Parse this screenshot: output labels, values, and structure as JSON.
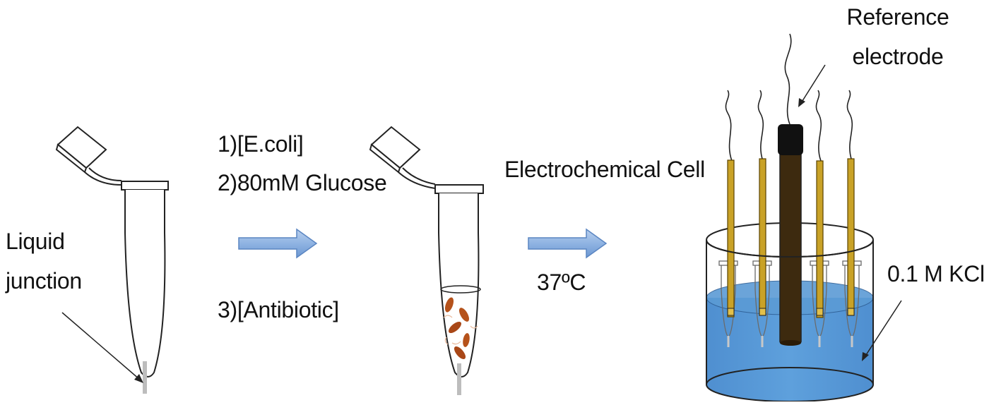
{
  "labels": {
    "liquid_junction_l1": "Liquid",
    "liquid_junction_l2": "junction",
    "step1": "1)[E.coli]",
    "step2": "2)80mM Glucose",
    "step3": "3)[Antibiotic]",
    "electrochemical_cell": "Electrochemical Cell",
    "temperature": "37ºC",
    "reference_l1": "Reference",
    "reference_l2": "electrode",
    "solution": "0.1 M KCl"
  },
  "colors": {
    "arrow_fill": "#8fb3e2",
    "arrow_stroke": "#5b86c2",
    "solution": "#5b9bd5",
    "gold_electrode": "#c9a227",
    "reference_body": "#3d2a0f",
    "reference_cap": "#111111",
    "bacteria": "#b5521b"
  },
  "icons": {
    "empty_tube": "eppendorf-tube-icon",
    "bacteria_tube": "eppendorf-tube-with-bacteria-icon",
    "cell": "electrochemical-cell-icon",
    "arrow": "right-arrow-icon"
  }
}
